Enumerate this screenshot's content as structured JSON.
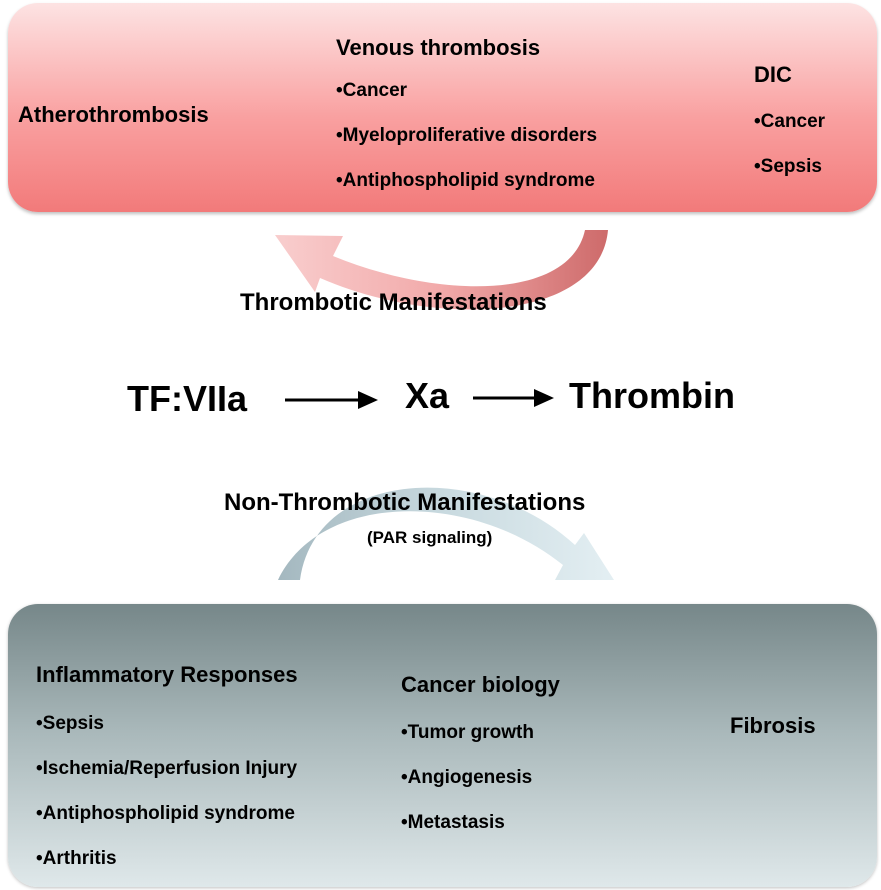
{
  "top": {
    "atherothrombosis": "Atherothrombosis",
    "venous": {
      "title": "Venous thrombosis",
      "items": [
        "•Cancer",
        "•Myeloproliferative disorders",
        "•Antiphospholipid  syndrome"
      ]
    },
    "dic": {
      "title": "DIC",
      "items": [
        "•Cancer",
        "•Sepsis"
      ]
    }
  },
  "middle": {
    "thrombotic_label": "Thrombotic Manifestations",
    "pathway": [
      "TF:VIIa",
      "Xa",
      "Thrombin"
    ],
    "non_thrombotic_label": "Non-Thrombotic Manifestations",
    "par_label": "(PAR signaling)"
  },
  "bottom": {
    "inflammatory": {
      "title": "Inflammatory Responses",
      "items": [
        "•Sepsis",
        "•Ischemia/Reperfusion Injury",
        "•Antiphospholipid  syndrome",
        "•Arthritis"
      ]
    },
    "cancer": {
      "title": "Cancer biology",
      "items": [
        "•Tumor growth",
        "•Angiogenesis",
        "•Metastasis"
      ]
    },
    "fibrosis": "Fibrosis"
  },
  "colors": {
    "top_box": "#f9a0a0",
    "bottom_box": "#a9b8ba",
    "red_arrow": "#e88a8a",
    "blue_arrow": "#b9cfd6"
  }
}
